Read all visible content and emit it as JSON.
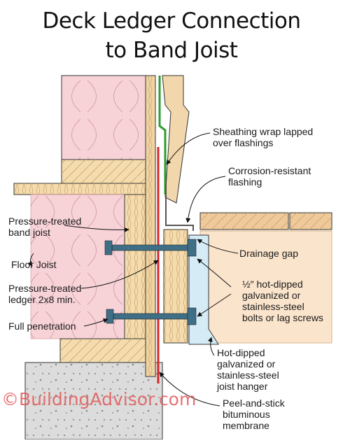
{
  "title": {
    "line1": "Deck Ledger Connection",
    "line2": "to Band Joist"
  },
  "labels": {
    "sheathing_wrap": [
      "Sheathing wrap lapped",
      "over flashings"
    ],
    "flashing": [
      "Corrosion-resistant",
      "flashing"
    ],
    "band_joist": [
      "Pressure-treated",
      "band joist"
    ],
    "floor_joist": "Floor Joist",
    "drainage_gap": "Drainage gap",
    "ledger": [
      "Pressure-treated",
      "ledger 2x8 min."
    ],
    "bolts": [
      "½″ hot-dipped",
      "galvanized or",
      "stainless-steel",
      "bolts or lag screws"
    ],
    "full_penetration": "Full penetration",
    "joist_hanger": [
      "Hot-dipped",
      "galvanized or",
      "stainless-steel",
      "joist hanger"
    ],
    "membrane": [
      "Peel-and-stick",
      "bituminous",
      "membrane"
    ]
  },
  "watermark": "©BuildingAdvisor.com",
  "colors": {
    "insulation": "#f7d3d8",
    "wood": "#f5dcae",
    "deck_board": "#efc99a",
    "concrete": "#dcdcdc",
    "membrane": "#d62828",
    "sheathing_wrap": "#2e9e2e",
    "hanger": "#d5ecf6",
    "bolt": "#3f6f86",
    "watermark": "#e25a5a"
  }
}
